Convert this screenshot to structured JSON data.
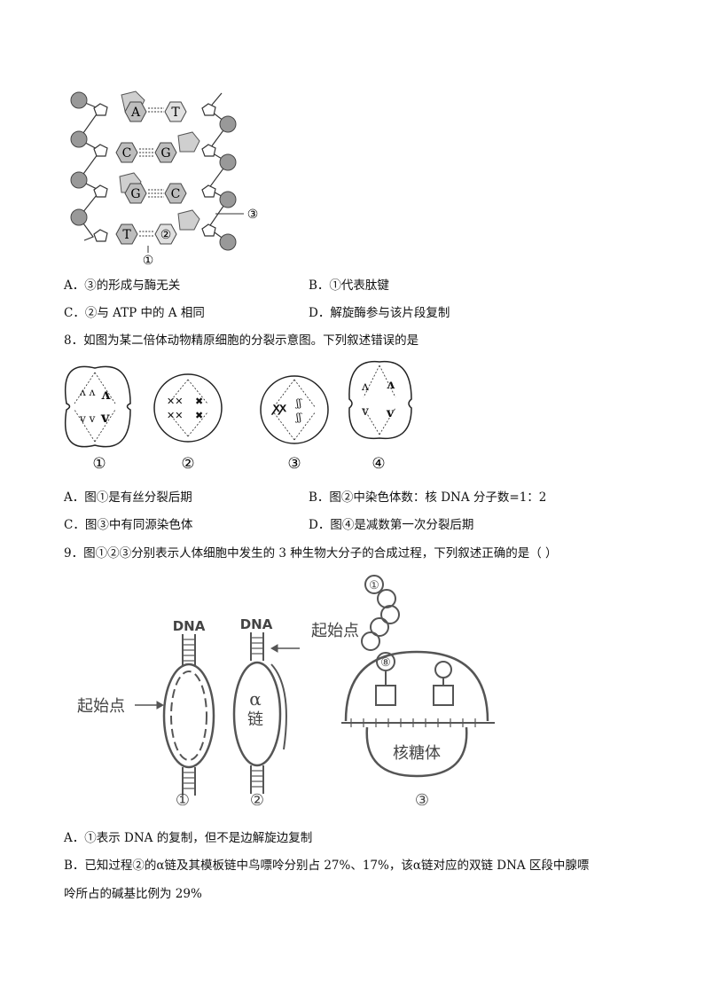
{
  "q7": {
    "figure": {
      "pairs": [
        {
          "left": "A",
          "right": "T"
        },
        {
          "left": "C",
          "right": "G"
        },
        {
          "left": "G",
          "right": "C"
        },
        {
          "left": "T",
          "right": "②"
        }
      ],
      "label_1": "①",
      "label_3": "③"
    },
    "options": {
      "A": "A．③的形成与酶无关",
      "B": "B．①代表肽键",
      "C": "C．②与 ATP 中的 A 相同",
      "D": "D．解旋酶参与该片段复制"
    }
  },
  "q8": {
    "stem": "8．如图为某二倍体动物精原细胞的分裂示意图。下列叙述错误的是",
    "figure_labels": [
      "①",
      "②",
      "③",
      "④"
    ],
    "options": {
      "A": "A．图①是有丝分裂后期",
      "B": "B．图②中染色体数：核 DNA 分子数=1：2",
      "C": "C．图③中有同源染色体",
      "D": "D．图④是减数第一次分裂后期"
    }
  },
  "q9": {
    "stem": "9．图①②③分别表示人体细胞中发生的 3 种生物大分子的合成过程，下列叙述正确的是（    ）",
    "figure": {
      "dna_1": "DNA",
      "dna_2": "DNA",
      "origin_left": "起始点",
      "origin_right": "起始点",
      "alpha": "α",
      "chain": "链",
      "ribosome": "核糖体",
      "bead_1": "①",
      "bead_8": "⑧",
      "num_1": "①",
      "num_2": "②",
      "num_3": "③"
    },
    "options": {
      "A": "A．①表示 DNA 的复制，但不是边解旋边复制",
      "B_line1": "B．已知过程②的α链及其模板链中鸟嘌呤分别占 27%、17%，该α链对应的双链 DNA 区段中腺嘌",
      "B_line2": "呤所占的碱基比例为 29%"
    }
  }
}
